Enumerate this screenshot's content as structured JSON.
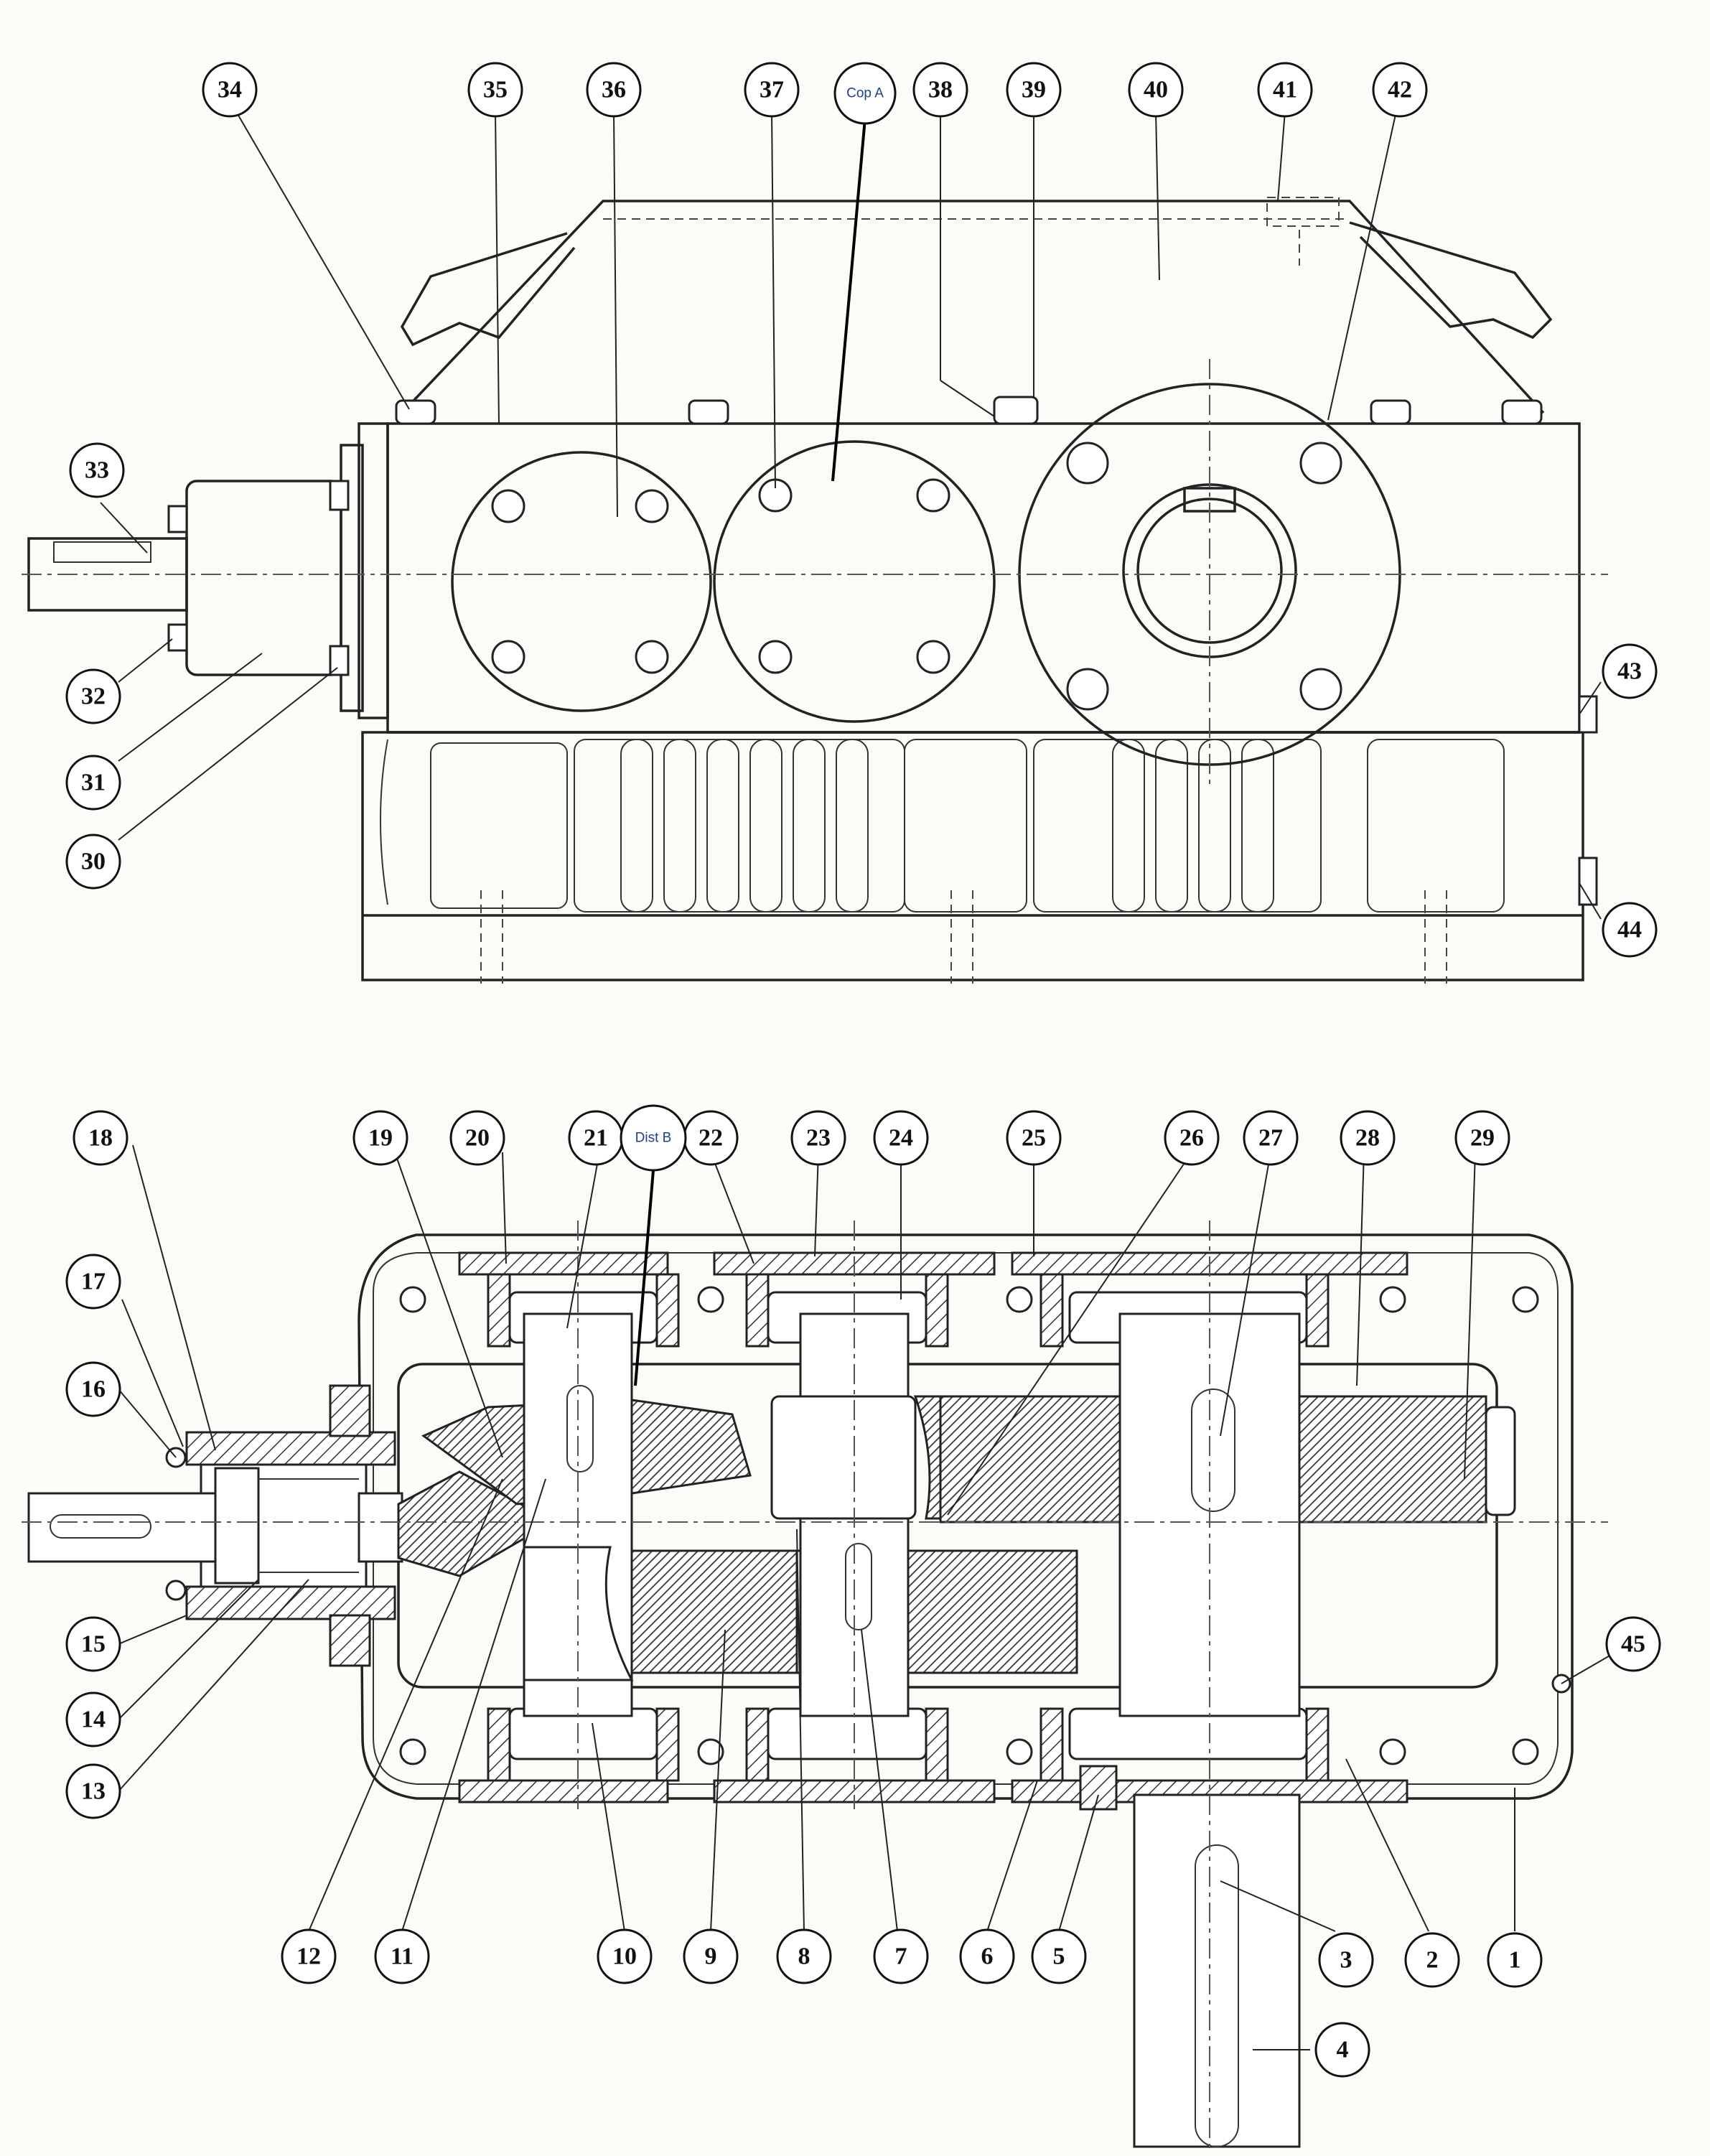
{
  "balloons": [
    "1",
    "2",
    "3",
    "4",
    "5",
    "6",
    "7",
    "8",
    "9",
    "10",
    "11",
    "12",
    "13",
    "14",
    "15",
    "16",
    "17",
    "18",
    "19",
    "20",
    "21",
    "22",
    "23",
    "24",
    "25",
    "26",
    "27",
    "28",
    "29",
    "30",
    "31",
    "32",
    "33",
    "34",
    "35",
    "36",
    "37",
    "38",
    "39",
    "40",
    "41",
    "42",
    "43",
    "44",
    "45"
  ],
  "notes": {
    "cop_a": "Cop A",
    "dist_b": "Dist B"
  }
}
